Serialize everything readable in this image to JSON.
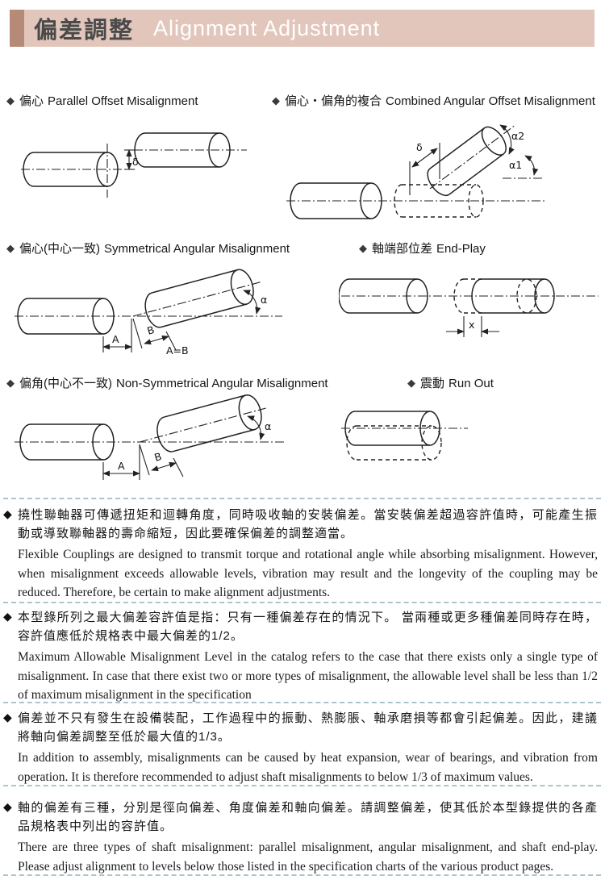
{
  "header": {
    "title_zh": "偏差調整",
    "title_en": "Alignment Adjustment"
  },
  "bullet": "◆",
  "sections": [
    {
      "zh": "偏心",
      "en": "Parallel Offset Misalignment"
    },
    {
      "zh": "偏心・偏角的複合",
      "en": "Combined Angular Offset Misalignment"
    },
    {
      "zh": "偏心(中心一致)",
      "en": "Symmetrical Angular Misalignment"
    },
    {
      "zh": "軸端部位差",
      "en": "End-Play"
    },
    {
      "zh": "偏角(中心不一致)",
      "en": "Non-Symmetrical Angular Misalignment"
    },
    {
      "zh": "震動",
      "en": "Run Out"
    }
  ],
  "diagram_labels": {
    "parallel_delta": "δ",
    "combined_delta": "δ",
    "combined_alpha2": "α2",
    "combined_alpha1": "α1",
    "sym_a": "A",
    "sym_b": "B",
    "sym_eq": "A=B",
    "sym_alpha": "α",
    "endplay_x": "x",
    "nonsym_a": "A",
    "nonsym_b": "B",
    "nonsym_alpha": "α"
  },
  "paragraphs": [
    {
      "zh": "撓性聯軸器可傳遞扭矩和迴轉角度，同時吸收軸的安裝偏差。當安裝偏差超過容許值時，可能產生振動或導致聯軸器的壽命縮短，因此要確保偏差的調整適當。",
      "en": "Flexible Couplings are designed to transmit torque and rotational angle while absorbing misalignment. However, when misalignment exceeds allowable levels, vibration may result and the longevity of the coupling may be reduced. Therefore, be certain to make alignment adjustments."
    },
    {
      "zh": "本型錄所列之最大偏差容許值是指：只有一種偏差存在的情況下。 當兩種或更多種偏差同時存在時，容許值應低於規格表中最大偏差的1/2。",
      "en": "Maximum Allowable Misalignment Level in the catalog refers to the case that there exists only a single type of misalignment. In case that there exist two or more types of misalignment, the allowable level shall be less than 1/2 of maximum misalignment in the specification"
    },
    {
      "zh": "偏差並不只有發生在設備裝配，工作過程中的振動、熱膨脹、軸承磨損等都會引起偏差。因此，建議將軸向偏差調整至低於最大值的1/3。",
      "en": "In addition to assembly, misalignments can be caused by heat expansion, wear of bearings, and vibration from operation. It is therefore recommended to adjust shaft misalignments to below 1/3 of maximum values."
    },
    {
      "zh": "軸的偏差有三種，分別是徑向偏差、角度偏差和軸向偏差。請調整偏差，使其低於本型錄提供的各產品規格表中列出的容許值。",
      "en": "There are three types of shaft misalignment: parallel misalignment, angular misalignment, and shaft end-play. Please adjust alignment to levels below those listed in the specification charts of the various product pages."
    }
  ],
  "colors": {
    "banner_bg": "#e2c6bb",
    "banner_bar": "#b58a76",
    "banner_title_zh": "#4a4a4a",
    "banner_title_en": "#ffffff",
    "separator": "#aac5cb",
    "line_art": "#222222",
    "text": "#1a1a1a"
  }
}
